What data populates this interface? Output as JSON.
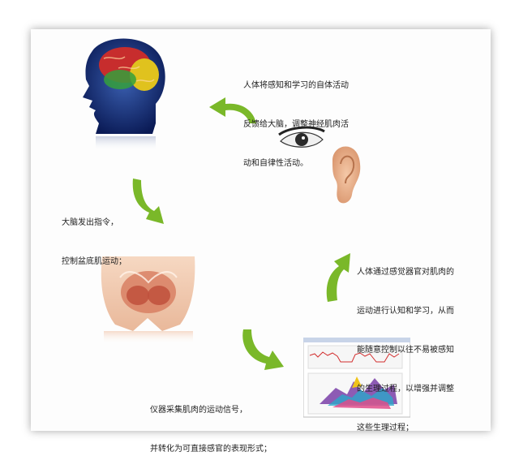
{
  "steps": [
    {
      "lines": [
        "人体将感知和学习的自体活动",
        "反馈给大脑，调整神经肌肉活",
        "动和自律性活动。"
      ]
    },
    {
      "lines": [
        "大脑发出指令，",
        "控制盆底肌运动；"
      ]
    },
    {
      "lines": [
        "仪器采集肌肉的运动信号，",
        "并转化为可直接感官的表现形式；"
      ]
    },
    {
      "lines": [
        "人体通过感觉器官对肌肉的",
        "运动进行认知和学习，从而",
        "能随意控制以往不易被感知",
        "的生理过程，以增强并调整",
        "这些生理过程；"
      ]
    }
  ],
  "colors": {
    "arrow": "#7ab829",
    "card_bg": "#fdfdfd"
  }
}
